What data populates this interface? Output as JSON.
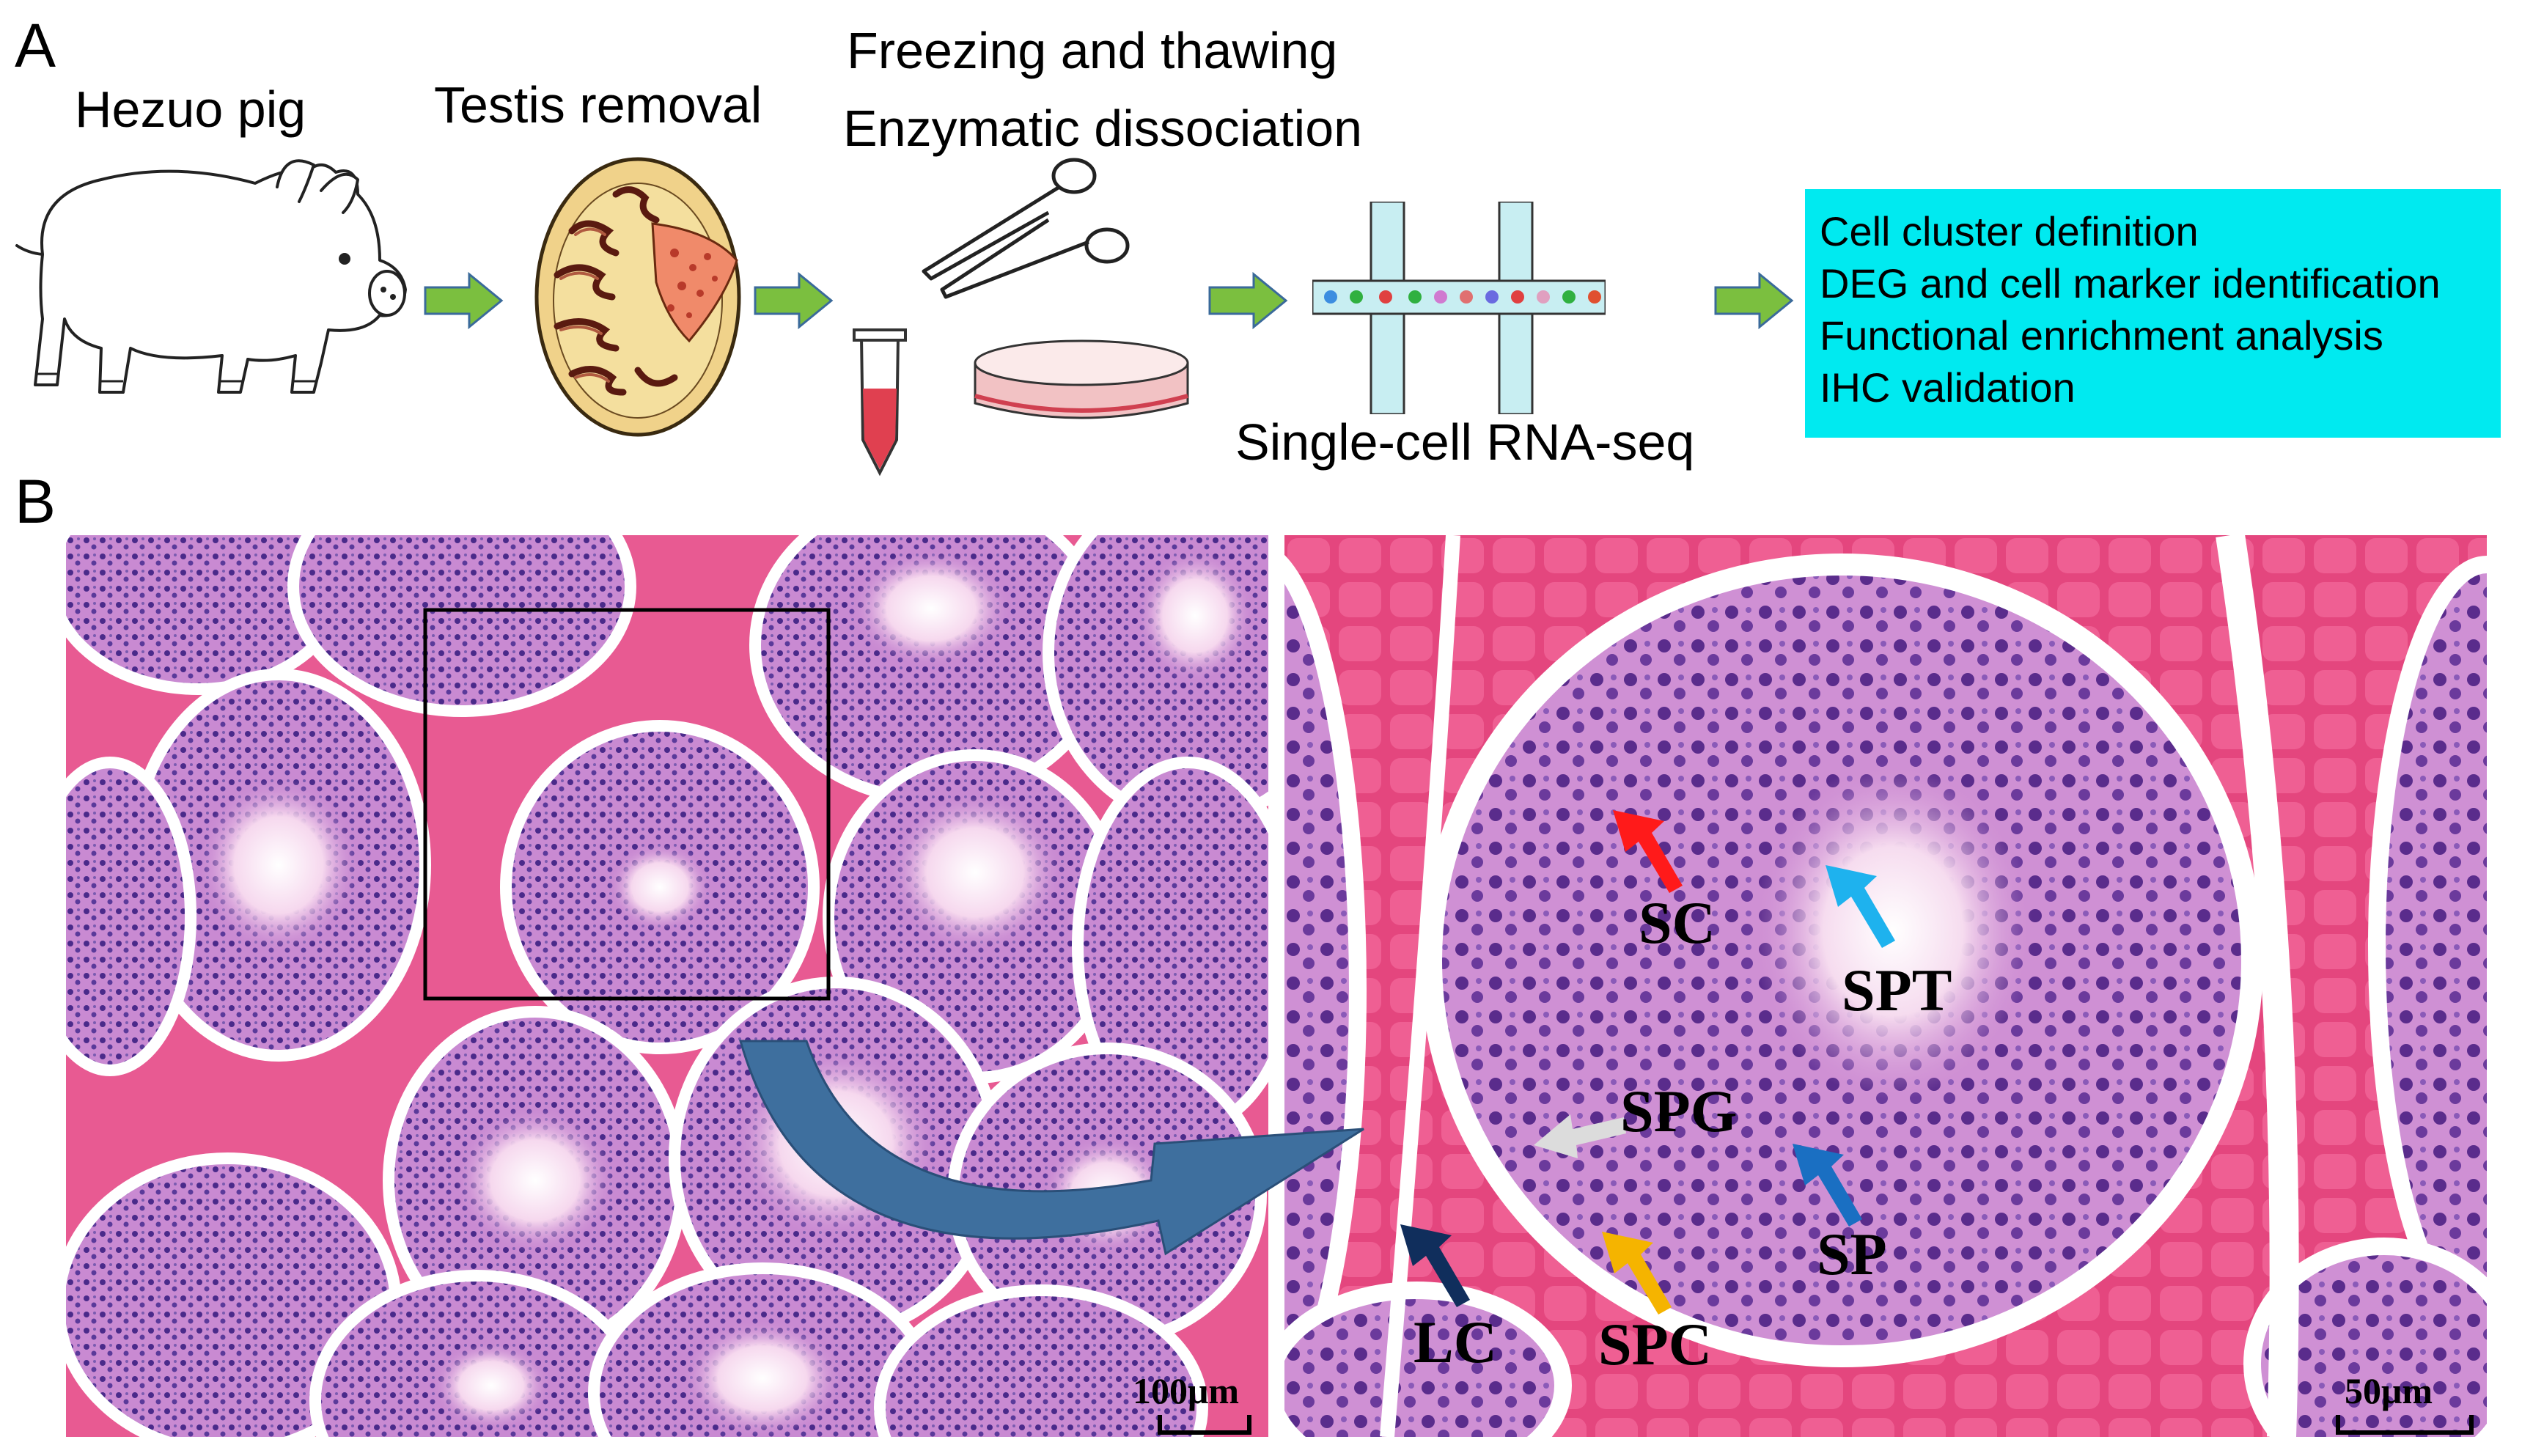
{
  "panel_a": {
    "letter": "A",
    "steps": {
      "pig": "Hezuo pig",
      "testis": "Testis removal",
      "dissociation_1": "Freezing and thawing",
      "dissociation_2": "Enzymatic dissociation",
      "sequencing": "Single-cell RNA-seq"
    },
    "analysis_items": [
      "Cell cluster definition",
      "DEG and cell marker identification",
      "Functional enrichment analysis",
      "IHC validation"
    ],
    "colors": {
      "arrow": "#7bbf3f",
      "analysis_box": "#00eaf0",
      "chip": "#c8eef2"
    }
  },
  "panel_b": {
    "letter": "B",
    "left_scale": "100μm",
    "right_scale": "50μm",
    "cell_labels": {
      "sc": "SC",
      "spt": "SPT",
      "spg": "SPG",
      "sp": "SP",
      "lc": "LC",
      "spc": "SPC"
    },
    "arrow_colors": {
      "sc": "#ff1a1a",
      "spt": "#1eb2ee",
      "spg": "#dcdcdc",
      "sp": "#1a6fc2",
      "lc": "#102e5c",
      "spc": "#f5b400"
    },
    "colors": {
      "tissue_bg": "#e85a92",
      "tubule": "#c88ad0",
      "lumen": "#fbeaf6",
      "link_arrow": "#3e6f9e"
    }
  }
}
